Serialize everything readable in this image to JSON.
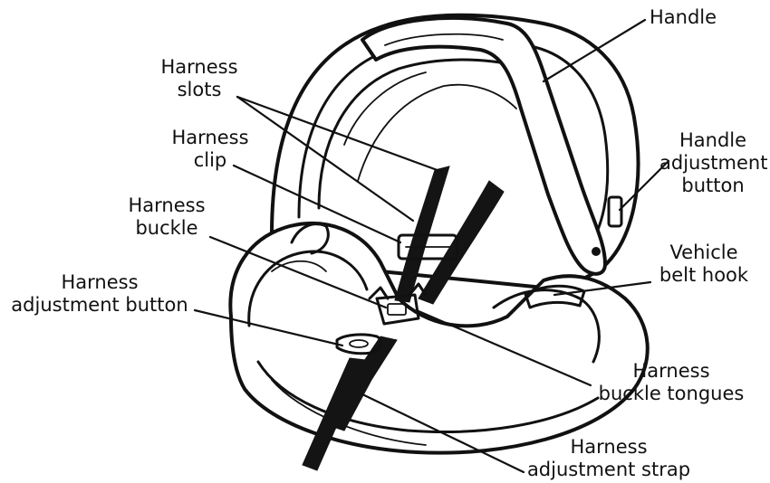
{
  "labels": {
    "handle": "Handle",
    "harness_slots": "Harness\nslots",
    "harness_clip": "Harness\nclip",
    "handle_adjustment_button": "Handle\nadjustment\nbutton",
    "harness_buckle": "Harness\nbuckle",
    "vehicle_belt_hook": "Vehicle\nbelt hook",
    "harness_adjustment_button": "Harness\nadjustment button",
    "harness_buckle_tongues": "Harness\nbuckle tongues",
    "harness_adjustment_strap": "Harness\nadjustment strap"
  }
}
